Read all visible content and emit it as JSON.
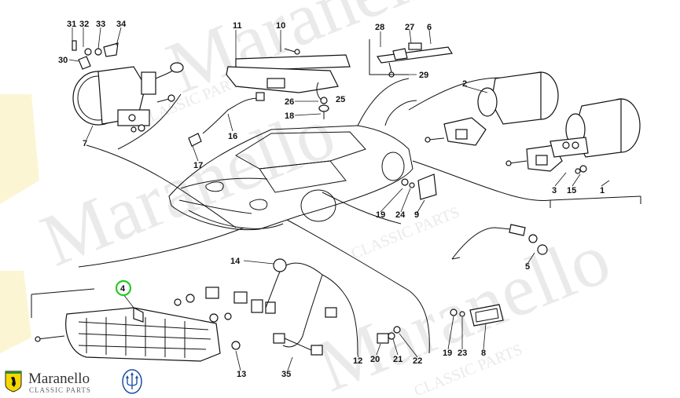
{
  "watermark": {
    "text": "Maranello",
    "parts_text": "CLASSIC PARTS"
  },
  "brand": {
    "name": "Maranello",
    "subtitle": "CLASSIC PARTS"
  },
  "colors": {
    "highlight": "#22cc22",
    "line": "#111111",
    "background": "#ffffff",
    "watermark": "#d9d9d9",
    "badge_yellow": "#f7e9a0"
  },
  "callouts": {
    "c31": "31",
    "c32": "32",
    "c33": "33",
    "c34": "34",
    "c30": "30",
    "c7": "7",
    "c11": "11",
    "c10": "10",
    "c26": "26",
    "c25": "25",
    "c18": "18",
    "c16": "16",
    "c17": "17",
    "c28": "28",
    "c27": "27",
    "c6": "6",
    "c29": "29",
    "c2": "2",
    "c3": "3",
    "c15": "15",
    "c1": "1",
    "c19a": "19",
    "c24": "24",
    "c9": "9",
    "c5": "5",
    "c14": "14",
    "c4": "4",
    "c13": "13",
    "c35": "35",
    "c12": "12",
    "c20": "20",
    "c21": "21",
    "c22": "22",
    "c19b": "19",
    "c23": "23",
    "c8": "8"
  },
  "highlighted_callout": "4",
  "icons": [
    "ferrari-shield-icon",
    "maserati-trident-icon"
  ]
}
